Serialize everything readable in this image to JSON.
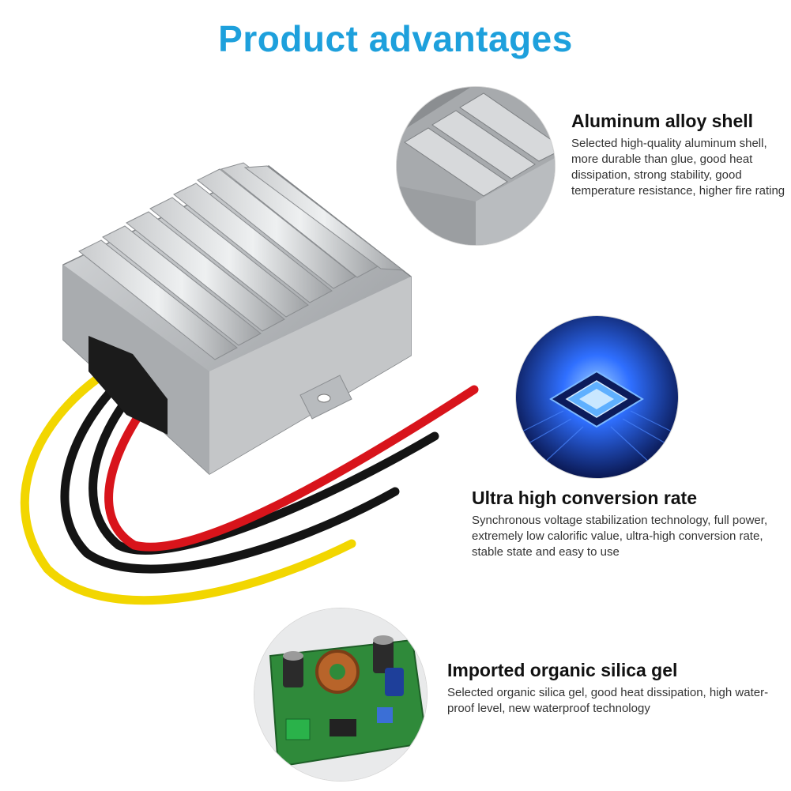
{
  "header": {
    "title": "Product advantages"
  },
  "features": [
    {
      "title": "Aluminum alloy shell",
      "description": "Selected high-quality aluminum shell, more durable than glue, good heat dissipation, strong stability, good temperature resistance, higher fire rating",
      "image_icon": "aluminum-heatsink-closeup"
    },
    {
      "title": "Ultra high conversion rate",
      "description": "Synchronous voltage stabilization technology, full power, extremely low calorific value, ultra-high conversion rate, stable state and easy to use",
      "image_icon": "glowing-chip"
    },
    {
      "title": "Imported organic silica gel",
      "description": "Selected organic silica gel, good heat dissipation, high water-proof level, new waterproof technology",
      "image_icon": "circuit-board"
    }
  ],
  "colors": {
    "title": "#1ea0dc",
    "aluminum": "#b9bcbf",
    "wire_red": "#d8141b",
    "wire_black": "#111111",
    "wire_yellow": "#f2d600",
    "chip_glow": "#3a7bff",
    "pcb_green": "#2f8a3a"
  }
}
